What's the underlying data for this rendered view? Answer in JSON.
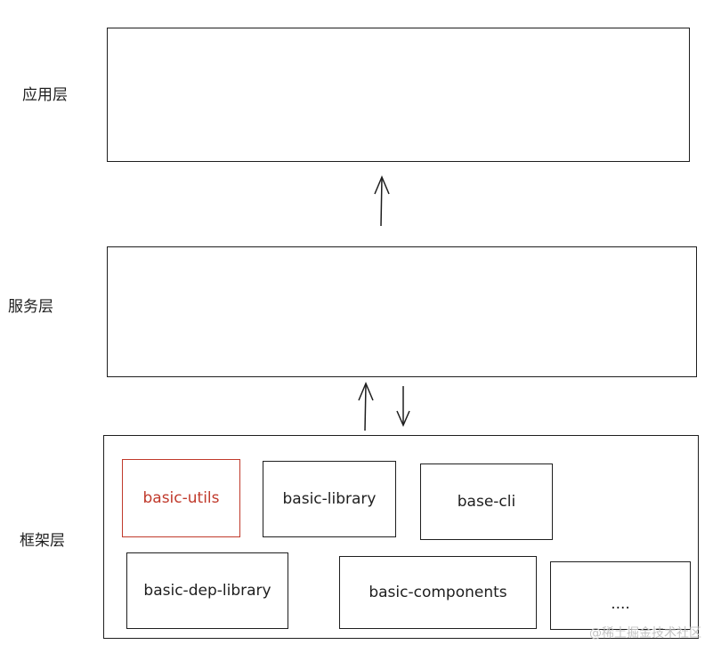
{
  "layers": {
    "application": {
      "label": "应用层"
    },
    "service": {
      "label": "服务层"
    },
    "framework": {
      "label": "框架层",
      "modules": [
        {
          "label": "basic-utils",
          "highlight": true
        },
        {
          "label": "basic-library",
          "highlight": false
        },
        {
          "label": "base-cli",
          "highlight": false
        },
        {
          "label": "basic-dep-library",
          "highlight": false
        },
        {
          "label": "basic-components",
          "highlight": false
        },
        {
          "label": "....",
          "highlight": false
        }
      ]
    }
  },
  "colors": {
    "stroke": "#1e1e1e",
    "highlight": "#c0392b",
    "watermark": "#c4c4c4"
  },
  "watermark": "@稀土掘金技术社区"
}
